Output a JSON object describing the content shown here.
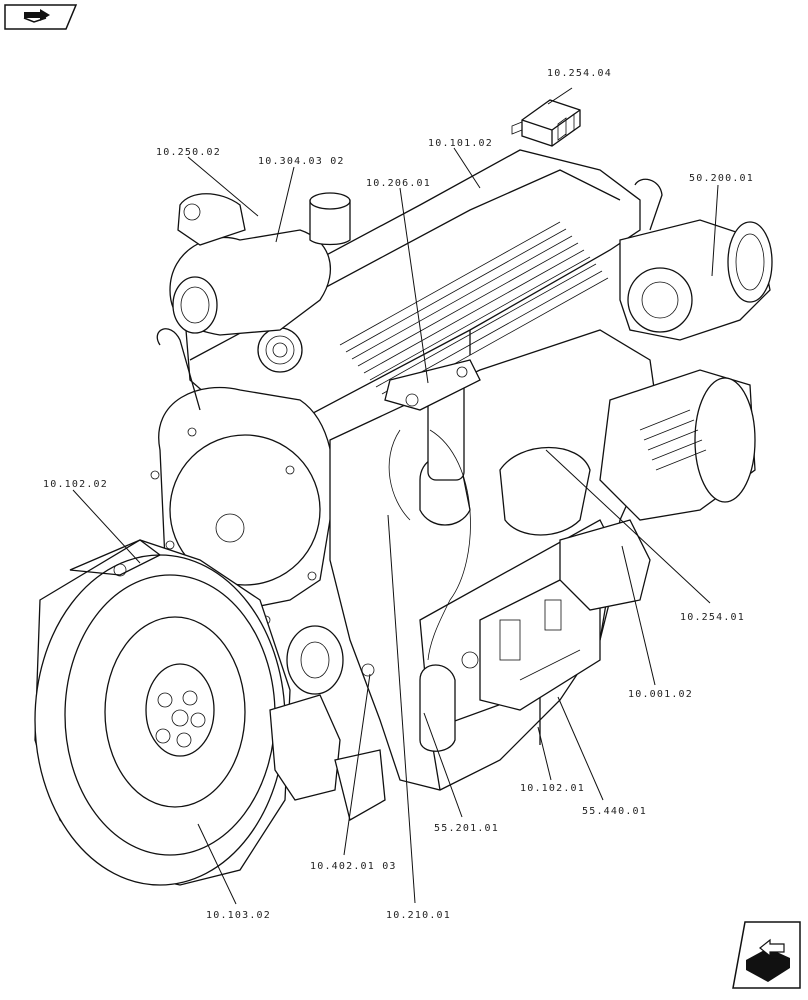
{
  "navigation": {
    "top_icon": "book-open-icon",
    "bottom_icon": "book-closed-icon"
  },
  "callouts": [
    {
      "id": "c1",
      "label": "10.254.04"
    },
    {
      "id": "c2",
      "label": "10.250.02"
    },
    {
      "id": "c3",
      "label": "10.304.03 02"
    },
    {
      "id": "c4",
      "label": "10.101.02"
    },
    {
      "id": "c5",
      "label": "10.206.01"
    },
    {
      "id": "c6",
      "label": "50.200.01"
    },
    {
      "id": "c7",
      "label": "10.102.02"
    },
    {
      "id": "c8",
      "label": "10.254.01"
    },
    {
      "id": "c9",
      "label": "10.001.02"
    },
    {
      "id": "c10",
      "label": "55.440.01"
    },
    {
      "id": "c11",
      "label": "10.102.01"
    },
    {
      "id": "c12",
      "label": "55.201.01"
    },
    {
      "id": "c13",
      "label": "10.402.01 03"
    },
    {
      "id": "c14",
      "label": "10.103.02"
    },
    {
      "id": "c15",
      "label": "10.210.01"
    }
  ]
}
